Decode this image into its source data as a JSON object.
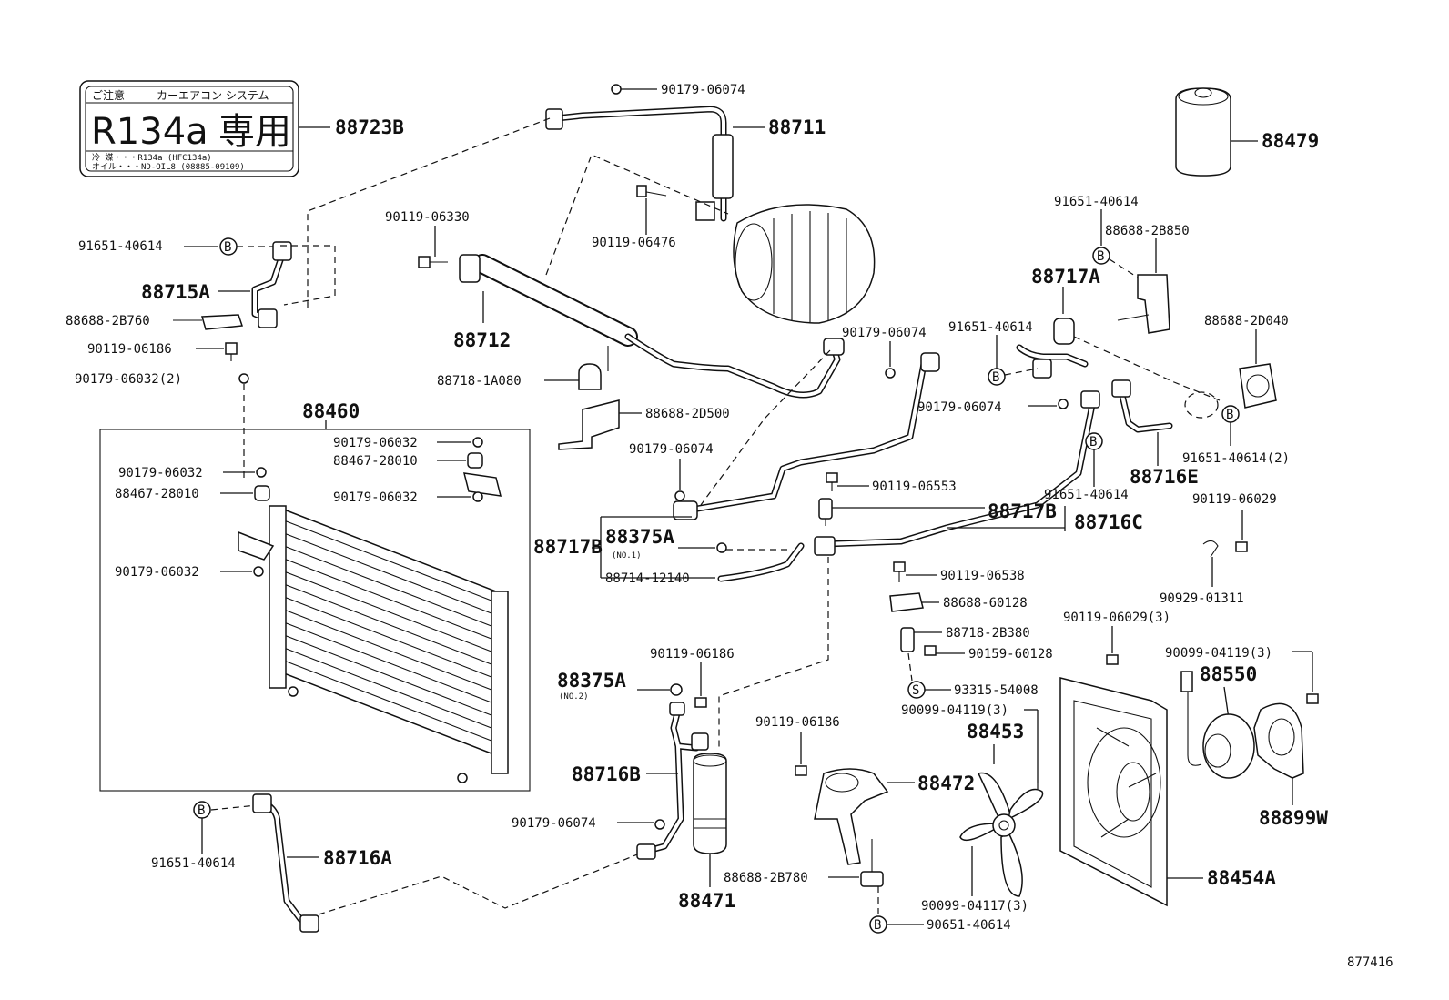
{
  "sticker": {
    "title_left": "ご注意",
    "title_right": "カーエアコン システム",
    "main_left": "R134a",
    "main_right": "専用",
    "line1": "冷 媒・・・R134a (HFC134a)",
    "line2": "オイル・・・ND-OIL8 (08885-09109)"
  },
  "icon_letters": {
    "bolt_mark": "B",
    "screw_mark": "S"
  },
  "labels": {
    "l88723B": "88723B",
    "l88711": "88711",
    "l88479": "88479",
    "l90179_06074_top": "90179-06074",
    "l90119_06476": "90119-06476",
    "l90119_06330": "90119-06330",
    "l91651_40614_left": "91651-40614",
    "l88715A": "88715A",
    "l88688_2B760": "88688-2B760",
    "l90119_06186_left": "90119-06186",
    "l90179_06032_2": "90179-06032(2)",
    "l88712": "88712",
    "l88718_1A080": "88718-1A080",
    "l88688_2D500": "88688-2D500",
    "l88460": "88460",
    "l90179_06032_a": "90179-06032",
    "l88467_28010_a": "88467-28010",
    "l90179_06032_b": "90179-06032",
    "l90179_06032_c": "90179-06032",
    "l88467_28010_b": "88467-28010",
    "l90179_06032_d": "90179-06032",
    "l91651_40614_tr": "91651-40614",
    "l88688_2B850": "88688-2B850",
    "l88717A": "88717A",
    "l90179_06074_mid": "90179-06074",
    "l91651_40614_mid": "91651-40614",
    "l88688_2D040": "88688-2D040",
    "l90179_06074_mid2": "90179-06074",
    "l91651_40614_2": "91651-40614(2)",
    "l88716E": "88716E",
    "l90179_06074_c": "90179-06074",
    "l90119_06553": "90119-06553",
    "l91651_40614_c": "91651-40614",
    "l90119_06029": "90119-06029",
    "l88717B_r": "88717B",
    "l88716C": "88716C",
    "l88375A_1": "88375A",
    "l88375A_1_sub": "(NO.1)",
    "l88717B_l": "88717B",
    "l88714_12140": "88714-12140",
    "l90119_06538": "90119-06538",
    "l88688_60128": "88688-60128",
    "l90929_01311": "90929-01311",
    "l88718_2B380": "88718-2B380",
    "l90119_06029_3": "90119-06029(3)",
    "l90159_60128": "90159-60128",
    "l90099_04119_3_r": "90099-04119(3)",
    "l93315_54008": "93315-54008",
    "l88550": "88550",
    "l90099_04119_3_m": "90099-04119(3)",
    "l90119_06186_m": "90119-06186",
    "l88375A_2": "88375A",
    "l88375A_2_sub": "(NO.2)",
    "l90119_06186_b": "90119-06186",
    "l88453": "88453",
    "l88716B": "88716B",
    "l88472": "88472",
    "l88899W": "88899W",
    "l90179_06074_b": "90179-06074",
    "l91651_40614_bl": "91651-40614",
    "l88716A": "88716A",
    "l88688_2B780": "88688-2B780",
    "l88454A": "88454A",
    "l88471": "88471",
    "l90099_04117_3": "90099-04117(3)",
    "l90651_40614": "90651-40614",
    "l877416": "877416"
  }
}
